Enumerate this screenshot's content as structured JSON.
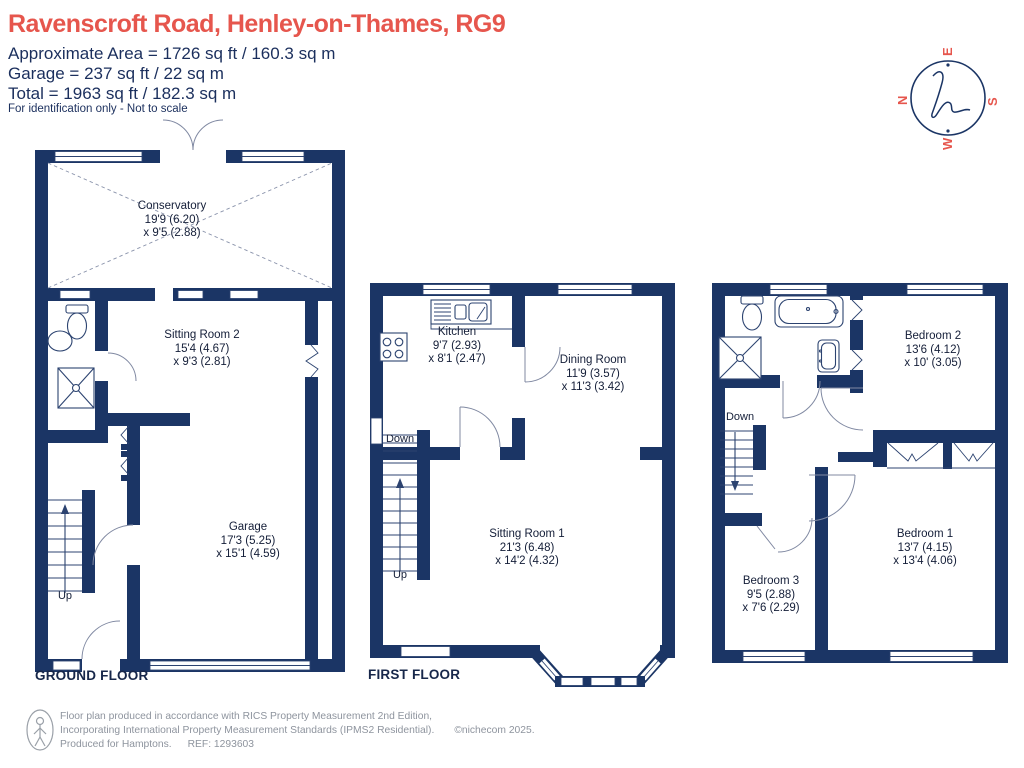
{
  "header": {
    "title": "Ravenscroft Road, Henley-on-Thames, RG9",
    "area_line1": "Approximate Area = 1726 sq ft / 160.3 sq m",
    "area_line2": "Garage = 237 sq ft / 22 sq m",
    "area_line3": "Total = 1963 sq ft / 182.3 sq m",
    "disclaimer": "For identification only - Not to scale"
  },
  "compass": {
    "n": "N",
    "e": "E",
    "s": "S",
    "w": "W"
  },
  "floors": {
    "ground": {
      "label": "GROUND FLOOR",
      "stairs_up": "Up",
      "rooms": {
        "conservatory": {
          "name": "Conservatory",
          "dim1": "19'9 (6.20)",
          "dim2": "x 9'5 (2.88)"
        },
        "sitting_room_2": {
          "name": "Sitting Room 2",
          "dim1": "15'4 (4.67)",
          "dim2": "x 9'3 (2.81)"
        },
        "garage": {
          "name": "Garage",
          "dim1": "17'3 (5.25)",
          "dim2": "x 15'1 (4.59)"
        }
      }
    },
    "first": {
      "label": "FIRST FLOOR",
      "stairs_down": "Down",
      "stairs_up": "Up",
      "rooms": {
        "kitchen": {
          "name": "Kitchen",
          "dim1": "9'7 (2.93)",
          "dim2": "x 8'1 (2.47)"
        },
        "dining_room": {
          "name": "Dining Room",
          "dim1": "11'9 (3.57)",
          "dim2": "x 11'3 (3.42)"
        },
        "sitting_room_1": {
          "name": "Sitting Room 1",
          "dim1": "21'3 (6.48)",
          "dim2": "x 14'2 (4.32)"
        }
      }
    },
    "second": {
      "stairs_down": "Down",
      "rooms": {
        "bedroom_2": {
          "name": "Bedroom 2",
          "dim1": "13'6 (4.12)",
          "dim2": "x 10' (3.05)"
        },
        "bedroom_1": {
          "name": "Bedroom 1",
          "dim1": "13'7 (4.15)",
          "dim2": "x 13'4 (4.06)"
        },
        "bedroom_3": {
          "name": "Bedroom 3",
          "dim1": "9'5 (2.88)",
          "dim2": "x 7'6 (2.29)"
        }
      }
    }
  },
  "footer": {
    "line1": "Floor plan produced in accordance with RICS Property Measurement 2nd Edition,",
    "line2": "Incorporating International Property Measurement Standards (IPMS2 Residential).",
    "copyright": "©nichecom 2025.",
    "line3": "Produced for Hamptons.",
    "ref": "REF:  1293603"
  },
  "colors": {
    "wall": "#1b3565",
    "accent": "#e6564d",
    "footer_text": "#8e949e"
  }
}
